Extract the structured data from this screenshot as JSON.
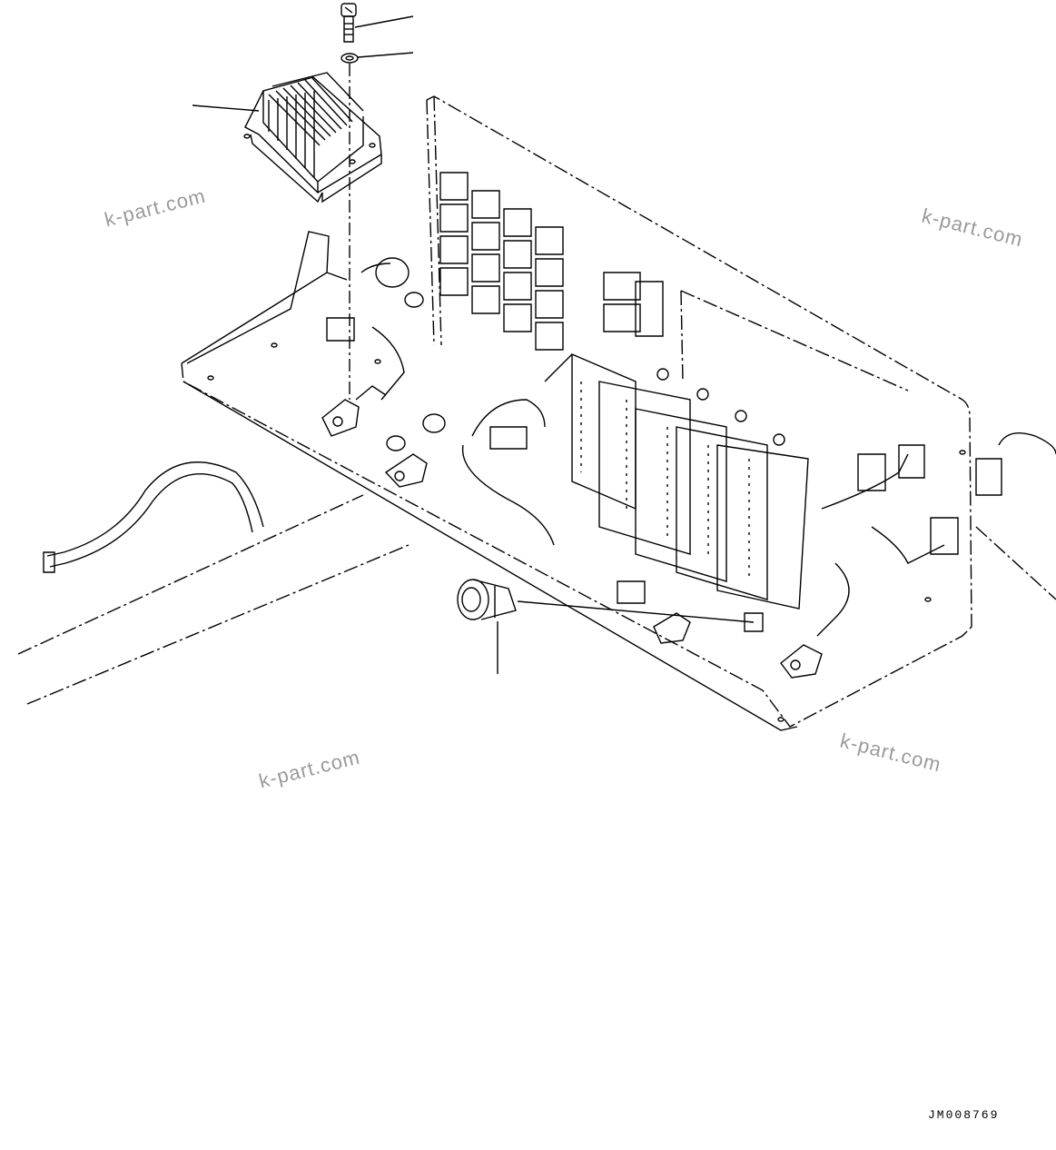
{
  "watermarks": [
    "k-part.com",
    "k-part.com",
    "k-part.com",
    "k-part.com"
  ],
  "drawing_code": "JM008769",
  "colors": {
    "line": "#000000",
    "watermark": "#9a9a9a",
    "background": "#ffffff"
  }
}
